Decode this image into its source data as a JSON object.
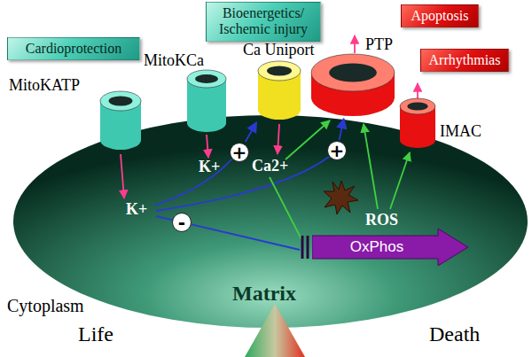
{
  "diagram": {
    "nodes": [
      {
        "text": [
          "Cardioprotection"
        ]
      },
      {
        "text": [
          "Bioenergetics/ Ischemic injury"
        ]
      },
      {
        "text": [
          "Apoptosis"
        ]
      },
      {
        "text": [
          "Arrhythmias"
        ]
      },
      {
        "text": [
          "MitoKATP"
        ]
      },
      {
        "text": [
          "MitoKCa"
        ]
      },
      {
        "text": [
          "Ca Uniport"
        ]
      },
      {
        "text": [
          "PTP"
        ]
      },
      {
        "text": [
          "IMAC"
        ]
      },
      {
        "text": [
          "+"
        ]
      },
      {
        "text": [
          "+"
        ]
      },
      {
        "text": [
          "-"
        ]
      },
      {
        "text": [
          "OxPhos"
        ]
      }
    ],
    "edges": [
      {
        "from": 9,
        "to": 6,
        "arrow": "to"
      },
      {
        "from": 10,
        "to": 7,
        "arrow": "to"
      }
    ],
    "labels": [
      "K+",
      "K+",
      "Ca2+",
      "ROS",
      "Matrix",
      "Cytoplasm",
      "Life",
      "Death"
    ]
  }
}
